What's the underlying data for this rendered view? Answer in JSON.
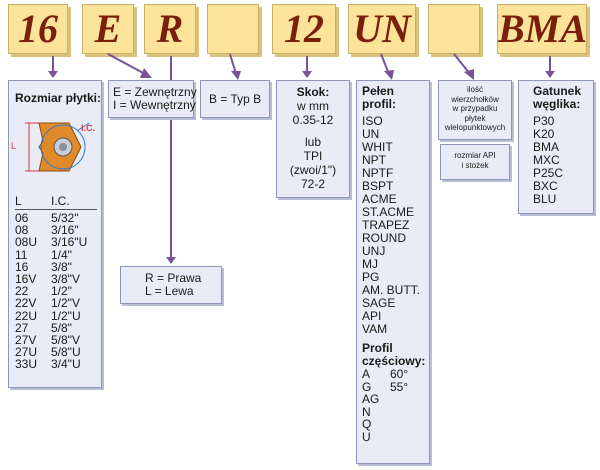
{
  "codes": [
    "16",
    "E",
    "R",
    "",
    "12",
    "UN",
    "",
    "BMA"
  ],
  "size": {
    "title": "Rozmiar płytki:",
    "dim_l": "L",
    "dim_ic": "I.C.",
    "headers": [
      "L",
      "I.C."
    ],
    "rows": [
      [
        "06",
        "5/32\""
      ],
      [
        "08",
        "3/16\""
      ],
      [
        "08U",
        "3/16\"U"
      ],
      [
        "11",
        "1/4\""
      ],
      [
        "16",
        "3/8\""
      ],
      [
        "16V",
        "3/8\"V"
      ],
      [
        "22",
        "1/2\""
      ],
      [
        "22V",
        "1/2\"V"
      ],
      [
        "22U",
        "1/2\"U"
      ],
      [
        "27",
        "5/8\""
      ],
      [
        "27V",
        "5/8\"V"
      ],
      [
        "27U",
        "5/8\"U"
      ],
      [
        "33U",
        "3/4\"U"
      ]
    ]
  },
  "ext_int": {
    "line1": "E = Zewnętrzny",
    "line2": "I = Wewnętrzny"
  },
  "hand": {
    "line1": "R = Prawa",
    "line2": "L = Lewa"
  },
  "type": {
    "text": "B = Typ B"
  },
  "pitch": {
    "title": "Skok:",
    "unit_mm": "w mm",
    "range_mm": "0.35-12",
    "or": "lub",
    "tpi": "TPI",
    "tpi_unit": "(zwoi/1\")",
    "range_tpi": "72-2"
  },
  "profile": {
    "full_title_1": "Pełen",
    "full_title_2": "profil:",
    "full": [
      "ISO",
      "UN",
      "WHIT",
      "NPT",
      "NPTF",
      "BSPT",
      "ACME",
      "ST.ACME",
      "TRAPEZ",
      "ROUND",
      "UNJ",
      "MJ",
      "PG",
      "AM. BUTT.",
      "SAGE",
      "API",
      "VAM"
    ],
    "partial_title_1": "Profil",
    "partial_title_2": "częściowy:",
    "partial": [
      {
        "code": "A",
        "angle": "60°"
      },
      {
        "code": "G",
        "angle": "55°"
      },
      {
        "code": "AG",
        "angle": ""
      },
      {
        "code": "N",
        "angle": ""
      },
      {
        "code": "Q",
        "angle": ""
      },
      {
        "code": "U",
        "angle": ""
      }
    ]
  },
  "teeth": {
    "lines": [
      "ilość",
      "wierzchołków",
      "w przypadku",
      "płytek",
      "wielopunktowych"
    ]
  },
  "api": {
    "lines": [
      "rozmiar API",
      "i stożek"
    ]
  },
  "grade": {
    "title_1": "Gatunek",
    "title_2": "węglika:",
    "items": [
      "P30",
      "K20",
      "BMA",
      "MXC",
      "P25C",
      "BXC",
      "BLU"
    ]
  },
  "colors": {
    "code_bg": "#fbe49a",
    "code_text": "#7a1f0c",
    "box_bg": "#e9ecf6",
    "connector": "#7b5297",
    "insert": "#e08a2a"
  }
}
